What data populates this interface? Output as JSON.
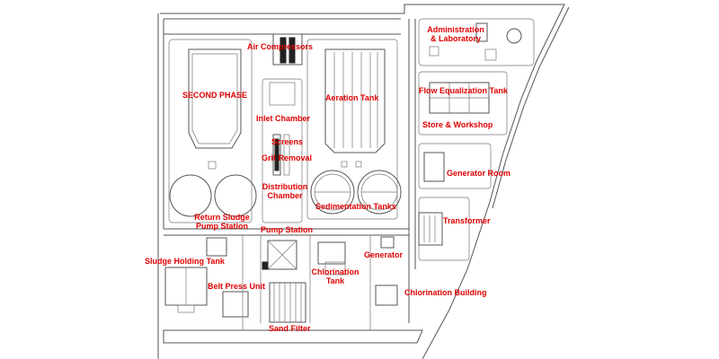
{
  "colors": {
    "label": "#e00000",
    "linework": "#555555",
    "background": "#ffffff"
  },
  "labels": {
    "air_compressors": "Air Compressors",
    "administration": "Administration\n& Laboratory",
    "second_phase": "SECOND PHASE",
    "aeration_tank": "Aeration Tank",
    "flow_equalization_tank": "Flow Equalization Tank",
    "inlet_chamber": "Inlet Chamber",
    "store_workshop": "Store & Workshop",
    "screens": "Screens",
    "grit_removal": "Grit Removal",
    "generator_room": "Generator Room",
    "distribution_chamber": "Distribution\nChamber",
    "sedimentation_tanks": "Sedimentation Tanks",
    "return_sludge_pump_station": "Return Sludge\nPump Station",
    "transformer": "Transformer",
    "pump_station": "Pump Station",
    "generator": "Generator",
    "sludge_holding_tank": "Sludge Holding Tank",
    "chlorination_tank": "Chlorination\nTank",
    "belt_press_unit": "Belt Press Unit",
    "chlorination_building": "Chlorination Building",
    "sand_filter": "Sand Filter"
  }
}
